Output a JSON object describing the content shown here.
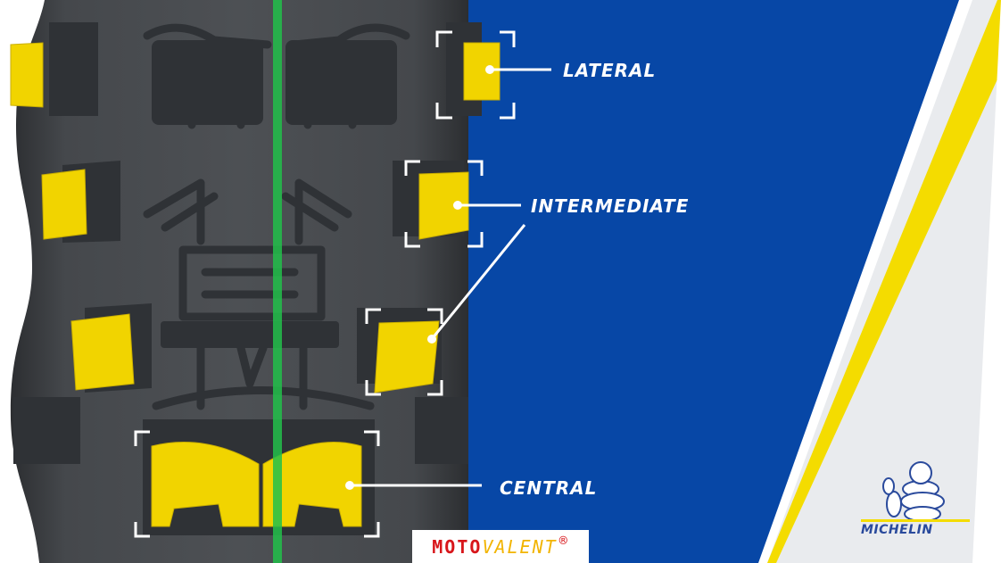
{
  "callouts": {
    "lateral": "LATERAL",
    "intermediate": "INTERMEDIATE",
    "central": "CENTRAL"
  },
  "watermark": {
    "part1": "MOTO",
    "part2": "VALENT",
    "mark": "®"
  },
  "brand": {
    "wordmark": "MICHELIN",
    "logo": "michelin-man-logo"
  },
  "colors": {
    "tire_rubber": "#45484c",
    "block_dark": "#2f3236",
    "accent_yellow": "#f1d400",
    "panel_blue": "#0747a6",
    "stripe_grey": "#e9ebee",
    "stripe_yellow": "#f4dc00",
    "center_line": "#22c04a"
  }
}
